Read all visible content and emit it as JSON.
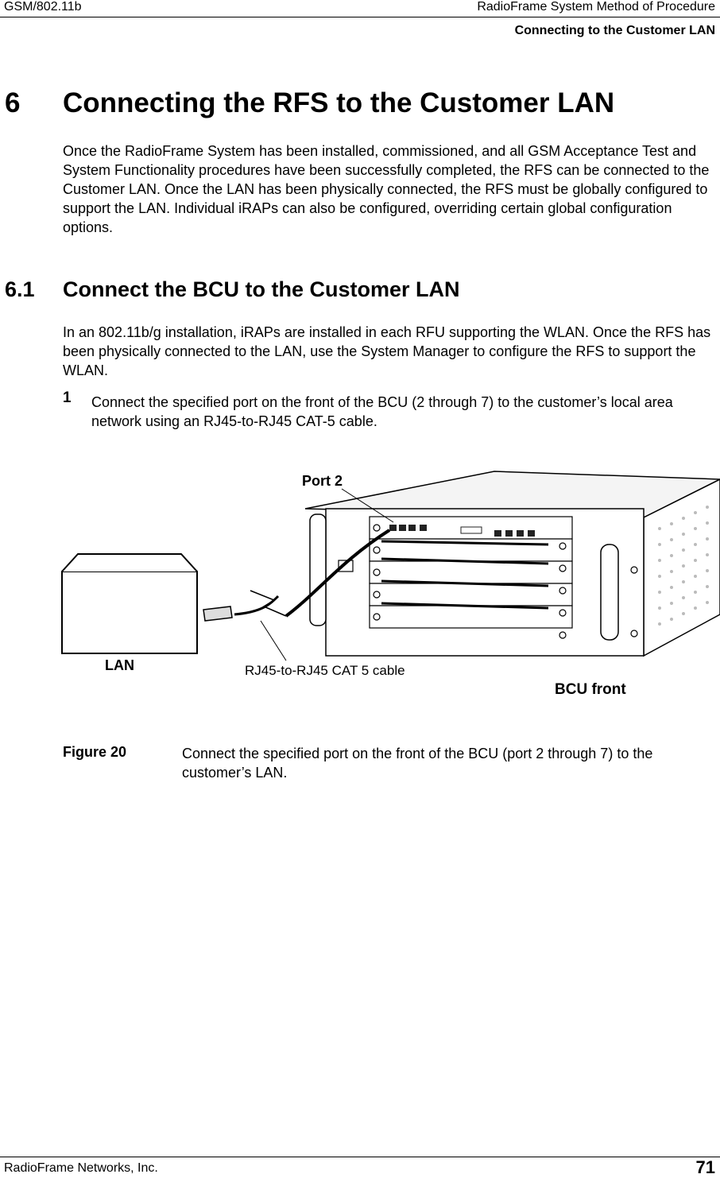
{
  "header": {
    "left": "GSM/802.11b",
    "right": "RadioFrame System Method of Procedure",
    "subtitle": "Connecting to the Customer LAN"
  },
  "section": {
    "number": "6",
    "title": "Connecting the RFS to the Customer LAN",
    "intro": "Once the RadioFrame System has been installed, commissioned, and all GSM Acceptance Test and System Functionality procedures have been successfully completed, the RFS can be connected to the Customer LAN. Once the LAN has been physically connected, the RFS must be globally configured to support the LAN. Individual iRAPs can also be configured, overriding certain global configuration options."
  },
  "subsection": {
    "number": "6.1",
    "title": "Connect the BCU to the Customer LAN",
    "intro": "In an 802.11b/g installation, iRAPs are installed in each RFU supporting the WLAN. Once the RFS has been physically connected to the LAN, use the System Manager to configure the RFS to support the WLAN."
  },
  "steps": [
    {
      "number": "1",
      "text": "Connect the specified port on the front of the BCU (2 through 7) to the customer’s local area network using an RJ45-to-RJ45 CAT-5 cable."
    }
  ],
  "figure": {
    "labels": {
      "port": "Port 2",
      "lan": "LAN",
      "cable": "RJ45-to-RJ45 CAT 5 cable",
      "bcu": "BCU front"
    },
    "caption_label": "Figure 20",
    "caption_text": "Connect the specified port on the front of the BCU (port 2 through 7) to the customer’s LAN."
  },
  "footer": {
    "left": "RadioFrame Networks, Inc.",
    "page": "71"
  }
}
